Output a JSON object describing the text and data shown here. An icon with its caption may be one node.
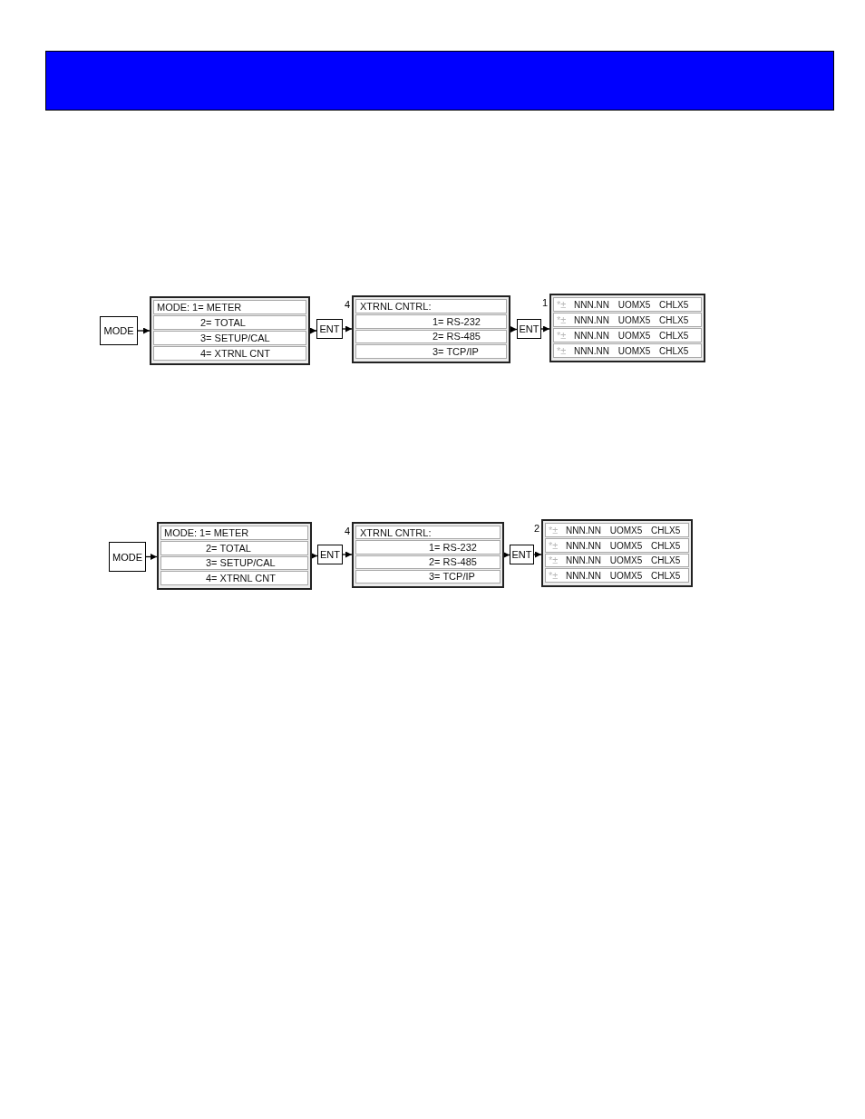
{
  "diagram": {
    "nodes": [
      {
        "text": [
          "MODE"
        ]
      },
      {
        "text": [],
        "shape": "box"
      },
      {
        "text": [
          "MODE: 1= METER"
        ],
        "in": 1
      },
      {
        "text": [
          "2= TOTAL"
        ],
        "in": 1
      },
      {
        "text": [
          "3= SETUP/CAL"
        ],
        "in": 1
      },
      {
        "text": [
          "4= XTRNL CNT"
        ],
        "in": 1
      },
      {
        "text": [
          "ENT"
        ]
      },
      {
        "text": [],
        "shape": "box",
        "beside": [
          "4"
        ]
      },
      {
        "text": [
          "XTRNL CNTRL:"
        ],
        "in": 7
      },
      {
        "text": [
          "1= RS-232"
        ],
        "in": 7
      },
      {
        "text": [
          "2= RS-485"
        ],
        "in": 7
      },
      {
        "text": [
          "3= TCP/IP"
        ],
        "in": 7
      },
      {
        "text": [
          "ENT"
        ]
      },
      {
        "text": [],
        "shape": "box",
        "beside": [
          "1"
        ]
      },
      {
        "text": [
          "*±",
          "NNN.NN UOMX5 CHLX5"
        ],
        "in": 13
      },
      {
        "text": [
          "*±",
          "NNN.NN UOMX5 CHLX5"
        ],
        "in": 13
      },
      {
        "text": [
          "*±",
          "NNN.NN UOMX5 CHLX5"
        ],
        "in": 13
      },
      {
        "text": [
          "*±",
          "NNN.NN UOMX5 CHLX5"
        ],
        "in": 13
      },
      {
        "text": [
          "MODE"
        ]
      },
      {
        "text": [],
        "shape": "box"
      },
      {
        "text": [
          "MODE: 1= METER"
        ],
        "in": 19
      },
      {
        "text": [
          "2= TOTAL"
        ],
        "in": 19
      },
      {
        "text": [
          "3= SETUP/CAL"
        ],
        "in": 19
      },
      {
        "text": [
          "4= XTRNL CNT"
        ],
        "in": 19
      },
      {
        "text": [
          "ENT"
        ]
      },
      {
        "text": [],
        "shape": "box",
        "beside": [
          "4"
        ]
      },
      {
        "text": [
          "XTRNL CNTRL:"
        ],
        "in": 25
      },
      {
        "text": [
          "1= RS-232"
        ],
        "in": 25
      },
      {
        "text": [
          "2= RS-485"
        ],
        "in": 25
      },
      {
        "text": [
          "3= TCP/IP"
        ],
        "in": 25
      },
      {
        "text": [
          "ENT"
        ]
      },
      {
        "text": [],
        "shape": "box",
        "beside": [
          "2"
        ]
      },
      {
        "text": [
          "*±",
          "NNN.NN UOMX5 CHLX5"
        ],
        "in": 31
      },
      {
        "text": [
          "*±",
          "NNN.NN UOMX5 CHLX5"
        ],
        "in": 31
      },
      {
        "text": [
          "*±",
          "NNN.NN UOMX5 CHLX5"
        ],
        "in": 31
      },
      {
        "text": [
          "*±",
          "NNN.NN UOMX5 CHLX5"
        ],
        "in": 31
      }
    ],
    "edges": [
      {
        "from": 0,
        "to": 1,
        "arrow": "to"
      },
      {
        "from": 1,
        "to": 6,
        "arrow": "to"
      },
      {
        "from": 6,
        "to": 7,
        "arrow": "to"
      },
      {
        "from": 7,
        "to": 12,
        "arrow": "to"
      },
      {
        "from": 12,
        "to": 13,
        "arrow": "to"
      },
      {
        "from": 18,
        "to": 19,
        "arrow": "to"
      },
      {
        "from": 19,
        "to": 24,
        "arrow": "to"
      },
      {
        "from": 24,
        "to": 25,
        "arrow": "to"
      },
      {
        "from": 25,
        "to": 30,
        "arrow": "to"
      },
      {
        "from": 30,
        "to": 31,
        "arrow": "to"
      }
    ]
  }
}
